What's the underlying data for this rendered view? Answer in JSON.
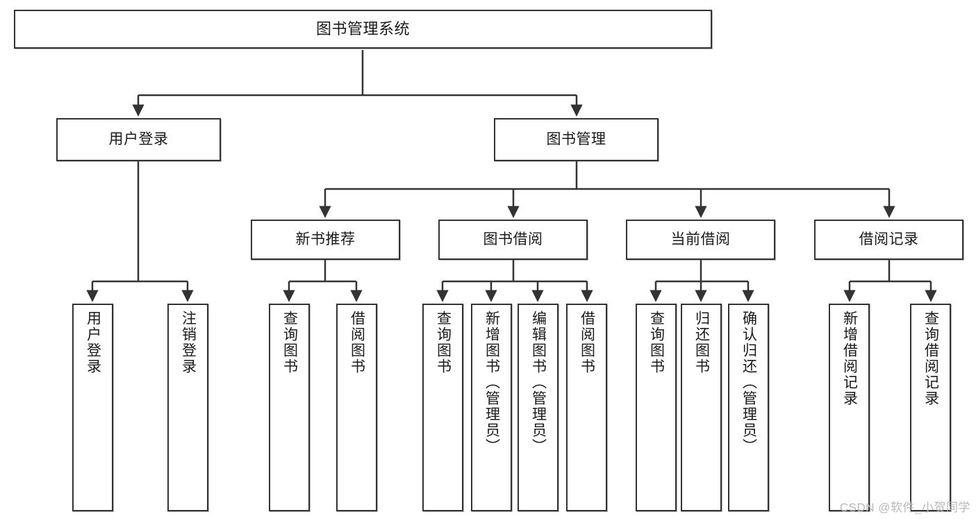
{
  "diagram": {
    "title": "图书管理系统",
    "type": "tree",
    "root": {
      "label": "图书管理系统"
    },
    "level2": [
      {
        "id": "user-login",
        "label": "用户登录"
      },
      {
        "id": "book-manage",
        "label": "图书管理"
      }
    ],
    "level3": [
      {
        "id": "new-book-rec",
        "label": "新书推荐"
      },
      {
        "id": "book-borrow",
        "label": "图书借阅"
      },
      {
        "id": "current-borrow",
        "label": "当前借阅"
      },
      {
        "id": "borrow-record",
        "label": "借阅记录"
      }
    ],
    "leaves": {
      "user_login": [
        {
          "id": "leaf-user-login",
          "label": "用户登录"
        },
        {
          "id": "leaf-logout-login",
          "label": "注销登录"
        }
      ],
      "new_book_rec": [
        {
          "id": "leaf-query-book-1",
          "label": "查询图书"
        },
        {
          "id": "leaf-borrow-book-1",
          "label": "借阅图书"
        }
      ],
      "book_borrow": [
        {
          "id": "leaf-query-book-2",
          "label": "查询图书"
        },
        {
          "id": "leaf-add-book",
          "label": "新增图书（管理员）"
        },
        {
          "id": "leaf-edit-book",
          "label": "编辑图书（管理员）"
        },
        {
          "id": "leaf-borrow-book-2",
          "label": "借阅图书"
        }
      ],
      "current_borrow": [
        {
          "id": "leaf-query-book-3",
          "label": "查询图书"
        },
        {
          "id": "leaf-return-book",
          "label": "归还图书"
        },
        {
          "id": "leaf-confirm-return",
          "label": "确认归还（管理员）"
        }
      ],
      "borrow_record": [
        {
          "id": "leaf-add-record",
          "label": "新增借阅记录"
        },
        {
          "id": "leaf-query-record",
          "label": "查询借阅记录"
        }
      ]
    }
  },
  "watermark": {
    "text": "CSDN @软件_小贺同学"
  },
  "colors": {
    "stroke": "#333333",
    "background": "#ffffff",
    "text": "#1a1a1a",
    "watermark": "#b8b8b8"
  }
}
